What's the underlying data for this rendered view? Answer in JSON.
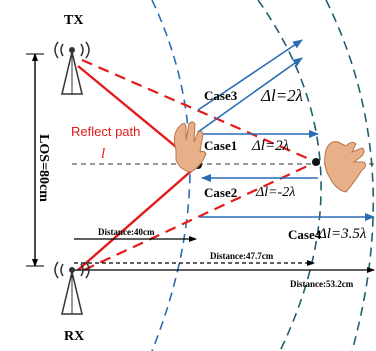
{
  "antennas": {
    "tx_label": "TX",
    "rx_label": "RX"
  },
  "los_label": "LOS=80cm",
  "reflect": {
    "label": "Reflect path",
    "symbol": "l"
  },
  "cases": [
    {
      "name": "Case3",
      "delta": "Δl=2λ"
    },
    {
      "name": "Case1",
      "delta": "Δl=2λ"
    },
    {
      "name": "Case2",
      "delta": "Δl=-2λ"
    },
    {
      "name": "Case4",
      "delta": "Δl=3.5λ"
    }
  ],
  "distances": [
    {
      "label": "Distance:40cm"
    },
    {
      "label": "Distance:47.7cm"
    },
    {
      "label": "Distance:53.2cm"
    }
  ],
  "colors": {
    "red": "#e31b1b",
    "blue": "#2a6db5",
    "teal": "#1f5f6e",
    "hand": "#e8b088"
  }
}
